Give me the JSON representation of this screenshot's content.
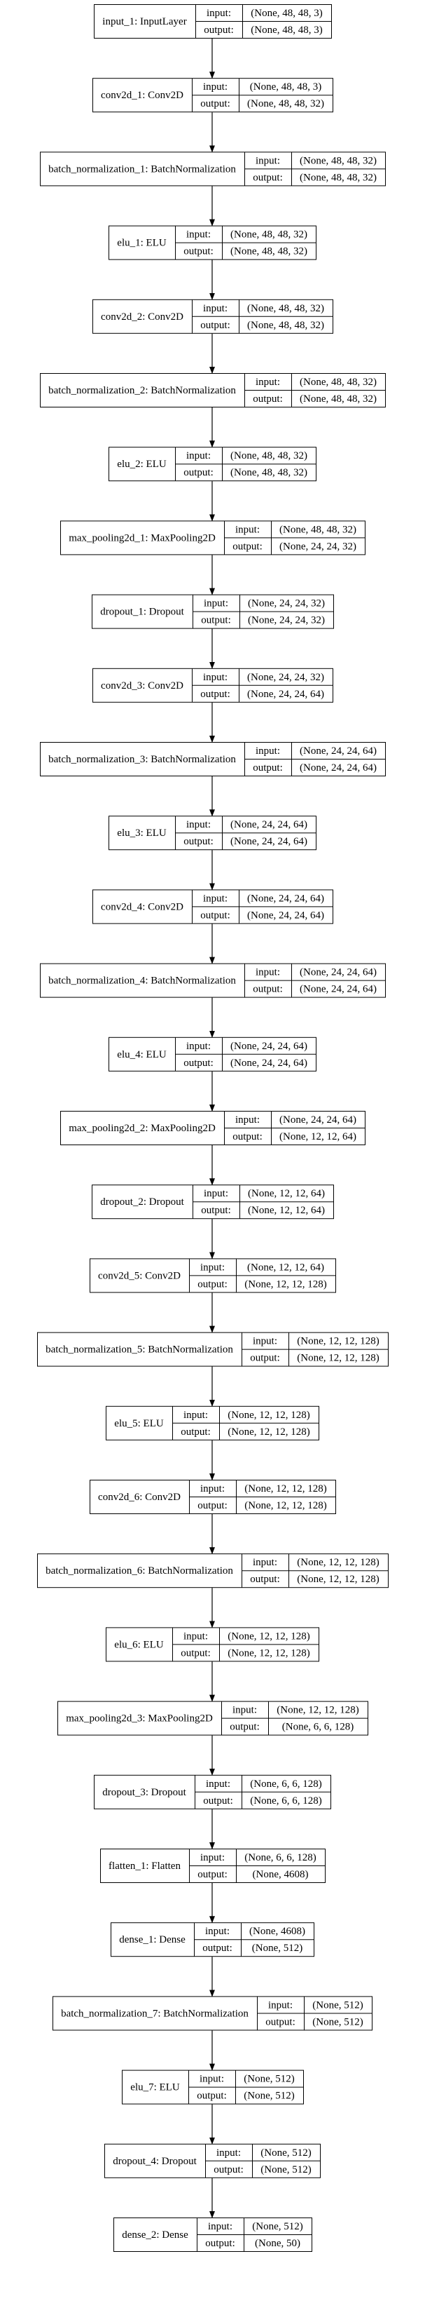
{
  "labels": {
    "input": "input:",
    "output": "output:"
  },
  "layers": [
    {
      "name": "input_1: InputLayer",
      "input": "(None, 48, 48, 3)",
      "output": "(None, 48, 48, 3)"
    },
    {
      "name": "conv2d_1: Conv2D",
      "input": "(None, 48, 48, 3)",
      "output": "(None, 48, 48, 32)"
    },
    {
      "name": "batch_normalization_1: BatchNormalization",
      "input": "(None, 48, 48, 32)",
      "output": "(None, 48, 48, 32)"
    },
    {
      "name": "elu_1: ELU",
      "input": "(None, 48, 48, 32)",
      "output": "(None, 48, 48, 32)"
    },
    {
      "name": "conv2d_2: Conv2D",
      "input": "(None, 48, 48, 32)",
      "output": "(None, 48, 48, 32)"
    },
    {
      "name": "batch_normalization_2: BatchNormalization",
      "input": "(None, 48, 48, 32)",
      "output": "(None, 48, 48, 32)"
    },
    {
      "name": "elu_2: ELU",
      "input": "(None, 48, 48, 32)",
      "output": "(None, 48, 48, 32)"
    },
    {
      "name": "max_pooling2d_1: MaxPooling2D",
      "input": "(None, 48, 48, 32)",
      "output": "(None, 24, 24, 32)"
    },
    {
      "name": "dropout_1: Dropout",
      "input": "(None, 24, 24, 32)",
      "output": "(None, 24, 24, 32)"
    },
    {
      "name": "conv2d_3: Conv2D",
      "input": "(None, 24, 24, 32)",
      "output": "(None, 24, 24, 64)"
    },
    {
      "name": "batch_normalization_3: BatchNormalization",
      "input": "(None, 24, 24, 64)",
      "output": "(None, 24, 24, 64)"
    },
    {
      "name": "elu_3: ELU",
      "input": "(None, 24, 24, 64)",
      "output": "(None, 24, 24, 64)"
    },
    {
      "name": "conv2d_4: Conv2D",
      "input": "(None, 24, 24, 64)",
      "output": "(None, 24, 24, 64)"
    },
    {
      "name": "batch_normalization_4: BatchNormalization",
      "input": "(None, 24, 24, 64)",
      "output": "(None, 24, 24, 64)"
    },
    {
      "name": "elu_4: ELU",
      "input": "(None, 24, 24, 64)",
      "output": "(None, 24, 24, 64)"
    },
    {
      "name": "max_pooling2d_2: MaxPooling2D",
      "input": "(None, 24, 24, 64)",
      "output": "(None, 12, 12, 64)"
    },
    {
      "name": "dropout_2: Dropout",
      "input": "(None, 12, 12, 64)",
      "output": "(None, 12, 12, 64)"
    },
    {
      "name": "conv2d_5: Conv2D",
      "input": "(None, 12, 12, 64)",
      "output": "(None, 12, 12, 128)"
    },
    {
      "name": "batch_normalization_5: BatchNormalization",
      "input": "(None, 12, 12, 128)",
      "output": "(None, 12, 12, 128)"
    },
    {
      "name": "elu_5: ELU",
      "input": "(None, 12, 12, 128)",
      "output": "(None, 12, 12, 128)"
    },
    {
      "name": "conv2d_6: Conv2D",
      "input": "(None, 12, 12, 128)",
      "output": "(None, 12, 12, 128)"
    },
    {
      "name": "batch_normalization_6: BatchNormalization",
      "input": "(None, 12, 12, 128)",
      "output": "(None, 12, 12, 128)"
    },
    {
      "name": "elu_6: ELU",
      "input": "(None, 12, 12, 128)",
      "output": "(None, 12, 12, 128)"
    },
    {
      "name": "max_pooling2d_3: MaxPooling2D",
      "input": "(None, 12, 12, 128)",
      "output": "(None, 6, 6, 128)"
    },
    {
      "name": "dropout_3: Dropout",
      "input": "(None, 6, 6, 128)",
      "output": "(None, 6, 6, 128)"
    },
    {
      "name": "flatten_1: Flatten",
      "input": "(None, 6, 6, 128)",
      "output": "(None, 4608)"
    },
    {
      "name": "dense_1: Dense",
      "input": "(None, 4608)",
      "output": "(None, 512)"
    },
    {
      "name": "batch_normalization_7: BatchNormalization",
      "input": "(None, 512)",
      "output": "(None, 512)"
    },
    {
      "name": "elu_7: ELU",
      "input": "(None, 512)",
      "output": "(None, 512)"
    },
    {
      "name": "dropout_4: Dropout",
      "input": "(None, 512)",
      "output": "(None, 512)"
    },
    {
      "name": "dense_2: Dense",
      "input": "(None, 512)",
      "output": "(None, 50)"
    }
  ],
  "colors": {
    "stroke": "#000000",
    "text": "#000000",
    "background": "#ffffff"
  }
}
